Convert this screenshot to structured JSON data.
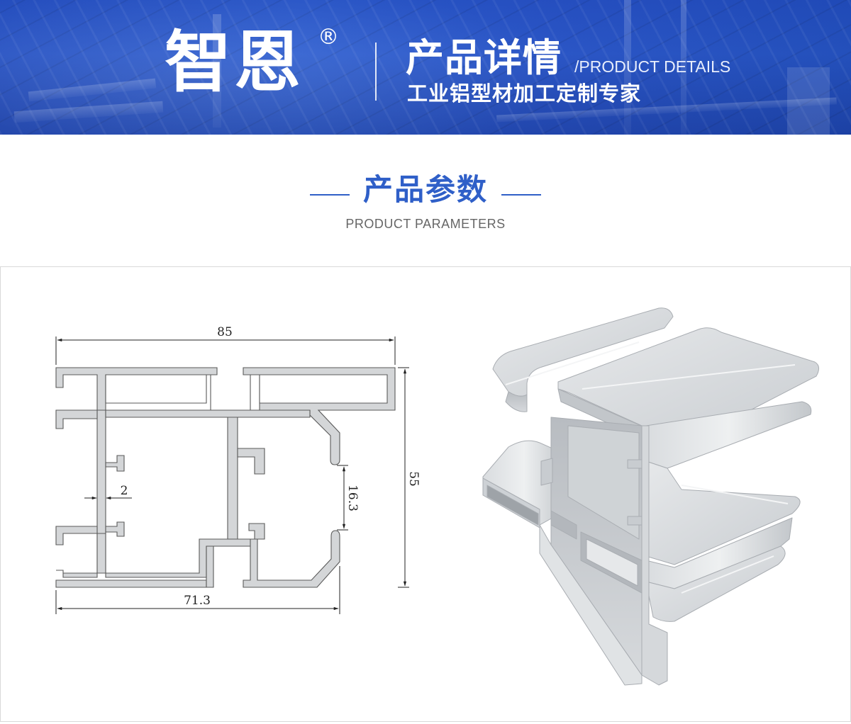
{
  "banner": {
    "brand": "智恩",
    "registered_mark": "®",
    "title_cn": "产品详情",
    "title_en": "/PRODUCT DETAILS",
    "subtitle": "工业铝型材加工定制专家"
  },
  "section": {
    "title": "产品参数",
    "subtitle_en": "PRODUCT PARAMETERS"
  },
  "drawing": {
    "dim_width_top": "85",
    "dim_height_right": "55",
    "dim_slot_gap": "16.3",
    "dim_wall_thickness": "2",
    "dim_width_bottom": "71.3"
  }
}
